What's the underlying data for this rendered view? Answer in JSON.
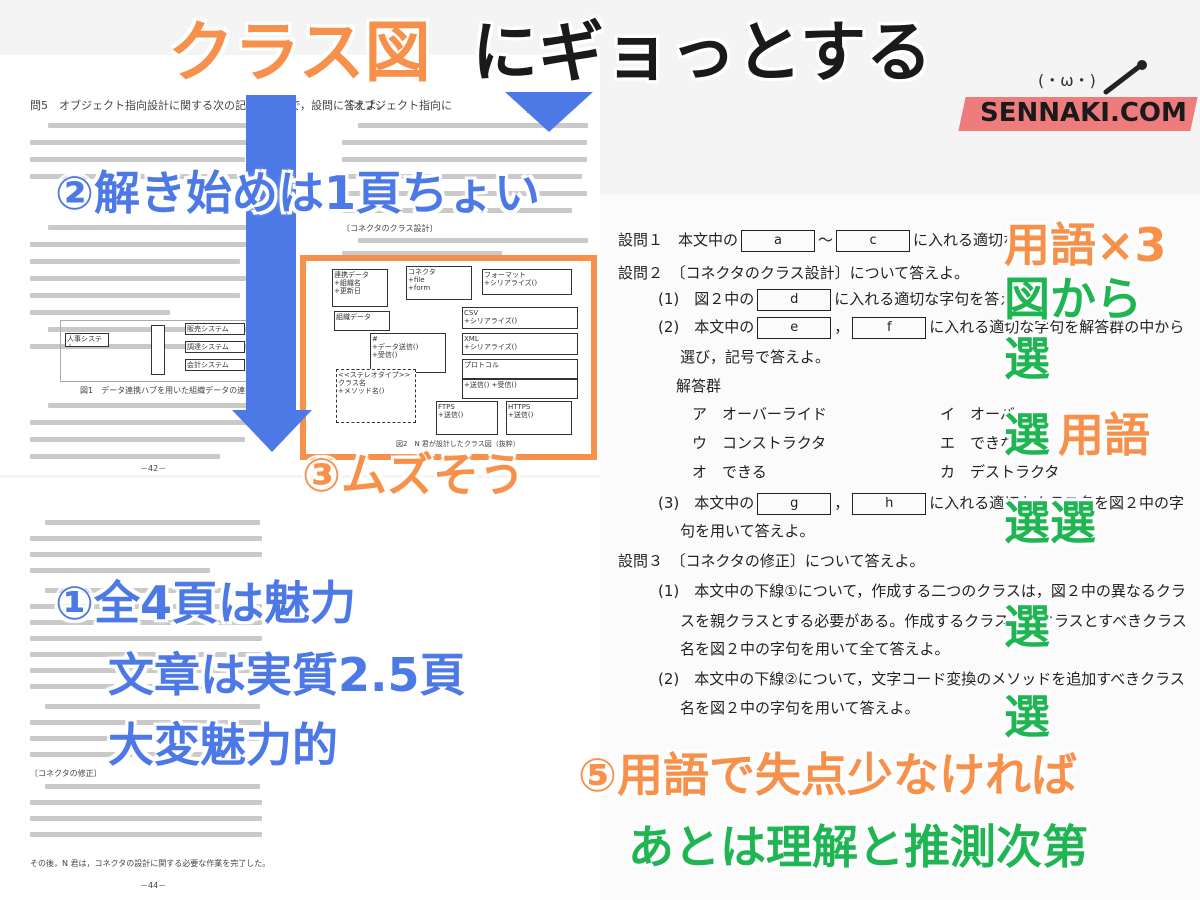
{
  "title": {
    "part_orange": "クラス図",
    "part_black": "にギョっとする",
    "accent_orange": "#f6904a",
    "text_black": "#1a1a1a"
  },
  "logo": {
    "text": "SENNAKI.COM",
    "face": "(・ω・)",
    "bar_color": "#ef7c7c"
  },
  "annotations": {
    "a2": "②解き始めは1頁ちょい",
    "a3": "③ムズそう",
    "a1_line1": "①全4頁は魅力",
    "a1_line2": "文章は実質2.5頁",
    "a1_line3": "大変魅力的",
    "a5_line1": "⑤用語で失点少なければ",
    "a5_line2": "あとは理解と推測次第",
    "r_terms": "用語×3",
    "r_from_fig": "図から",
    "r_sel": "選",
    "r_sel_terms_a": "選",
    "r_sel_terms_b": "用語",
    "r_selsel": "選選",
    "r_sel2": "選",
    "r_sel3": "選",
    "blue": "#4d79e6",
    "green": "#1fb553",
    "orange": "#f6904a"
  },
  "left_top_page": {
    "heading": "問5　オブジェクト指向設計に関する次の記述を読んで，設問に答えよ。",
    "right_col_heading": "〔オブジェクト指向に",
    "sub_heading": "〔コネクタのクラス設計〕",
    "fig1_caption": "図1　データ連携ハブを用いた組織データの連携の例",
    "fig2_caption": "図2　N 君が設計したクラス図（抜粋）",
    "page_no": "－42－"
  },
  "left_bottom_page": {
    "sub_heading": "〔コネクタの修正〕",
    "page_no": "－44－",
    "last_line": "その後，N 君は，コネクタの設計に関する必要な作業を完了した。"
  },
  "right_page": {
    "q1": {
      "prefix": "設問１　本文中の",
      "box_a": "a",
      "tilde": "～",
      "box_c": "c",
      "suffix": "に入れる適切な"
    },
    "q2": {
      "text": "設問２　〔コネクタのクラス設計〕について答えよ。"
    },
    "q2_1": {
      "prefix": "(1)　図２中の",
      "box": "d",
      "suffix": "に入れる適切な字句を答え"
    },
    "q2_2": {
      "prefix": "(2)　本文中の",
      "box_e": "e",
      "comma": "，",
      "box_f": "f",
      "suffix": "に入れる適切な字句を解答群の中から"
    },
    "q2_2b": "選び，記号で答えよ。",
    "answer_group_label": "解答群",
    "answers": [
      {
        "id": "ア",
        "text": "オーバーライド"
      },
      {
        "id": "イ",
        "text": "オーバ"
      },
      {
        "id": "ウ",
        "text": "コンストラクタ"
      },
      {
        "id": "エ",
        "text": "できな"
      },
      {
        "id": "オ",
        "text": "できる"
      },
      {
        "id": "カ",
        "text": "デストラクタ"
      }
    ],
    "q2_3": {
      "prefix": "(3)　本文中の",
      "box_g": "g",
      "comma": "，",
      "box_h": "h",
      "suffix": "に入れる適切なクラス名を図２中の字"
    },
    "q2_3b": "句を用いて答えよ。",
    "q3": "設問３　〔コネクタの修正〕について答えよ。",
    "q3_1a": "(1)　本文中の下線①について，作成する二つのクラスは，図２中の異なるクラ",
    "q3_1b": "スを親クラスとする必要がある。作成するクラスの親クラスとすべきクラス",
    "q3_1c": "名を図２中の字句を用いて全て答えよ。",
    "q3_2a": "(2)　本文中の下線②について，文字コード変換のメソッドを追加すべきクラス",
    "q3_2b": "名を図２中の字句を用いて答えよ。"
  }
}
